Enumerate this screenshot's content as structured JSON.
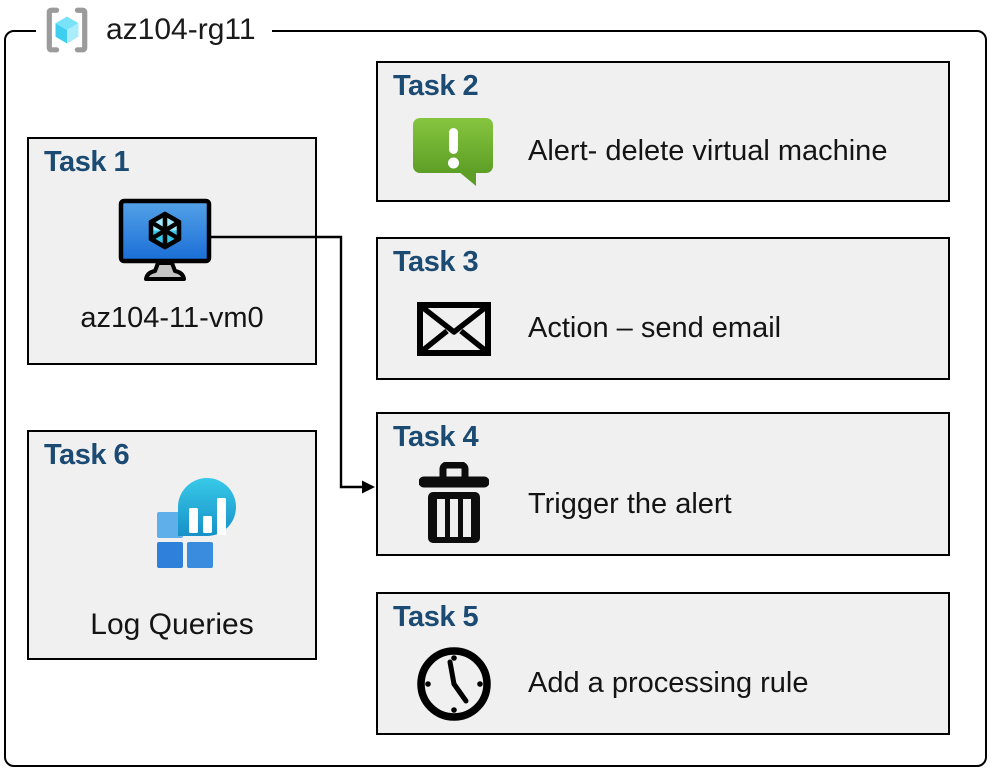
{
  "header": {
    "resource_group_name": "az104-rg11",
    "resource_group_icon": "resource-group-icon"
  },
  "tasks": [
    {
      "title": "Task 1",
      "label": "az104-11-vm0",
      "icon": "virtual-machine-icon"
    },
    {
      "title": "Task 2",
      "label": "Alert- delete virtual machine",
      "icon": "alert-icon"
    },
    {
      "title": "Task 3",
      "label": "Action – send email",
      "icon": "email-icon"
    },
    {
      "title": "Task 4",
      "label": "Trigger the alert",
      "icon": "trash-icon"
    },
    {
      "title": "Task 5",
      "label": "Add a processing rule",
      "icon": "clock-icon"
    },
    {
      "title": "Task 6",
      "label": "Log Queries",
      "icon": "log-analytics-icon"
    }
  ],
  "connections": [
    {
      "from": "virtual-machine-icon",
      "to": "Task 4",
      "style": "elbow-arrow"
    }
  ],
  "colors": {
    "task_title": "#1b4a73",
    "box_fill": "#f0f0f0",
    "box_border": "#000000",
    "alert_green_top": "#86c53f",
    "alert_green_bottom": "#5d9f26",
    "vm_screen_top": "#54a2e8",
    "vm_screen_bottom": "#1a6ed6",
    "log_bubble_top": "#38c9e8",
    "log_bubble_bottom": "#1791c8",
    "log_square_light": "#5fb0ea",
    "log_square_dark": "#2f80d9",
    "rg_bracket_gray": "#9b9b9b",
    "rg_cube_cyan": "#4fd4f2"
  }
}
